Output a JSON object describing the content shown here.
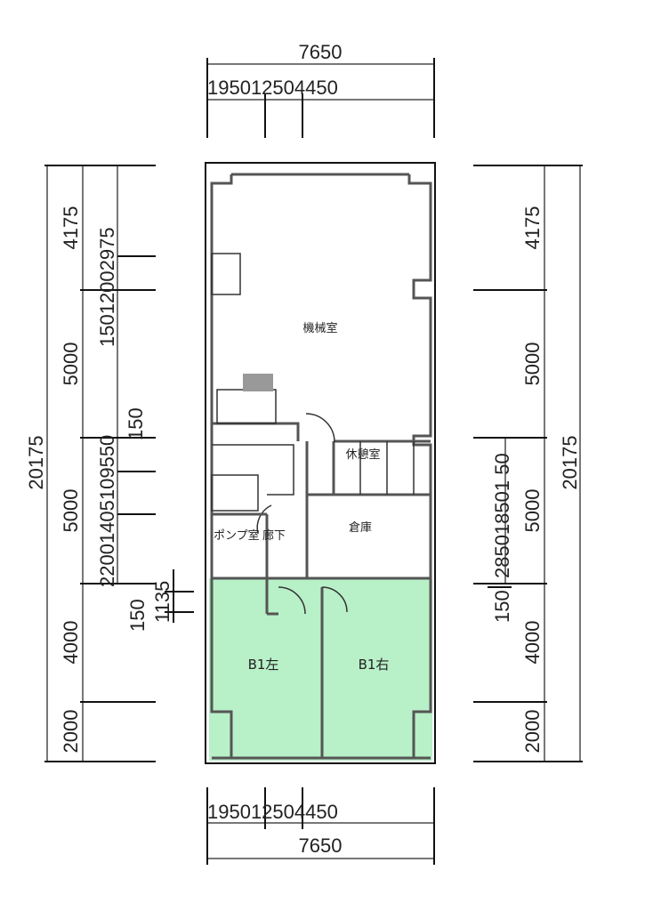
{
  "dimensions": {
    "top_total": "7650",
    "top_segments": "195012504450",
    "bottom_segments": "195012504450",
    "bottom_total": "7650",
    "left_total": "20175",
    "left_main": [
      "4175",
      "5000",
      "5000",
      "4000",
      "2000"
    ],
    "left_inner": [
      "15012002975",
      "150",
      "22001405109550",
      "150",
      "1135"
    ],
    "right_total": "20175",
    "right_main": [
      "4175",
      "5000",
      "5000",
      "4000",
      "2000"
    ],
    "right_inner": [
      "285018501 50",
      "150"
    ]
  },
  "rooms": {
    "machine_room": "機械室",
    "break_room": "休憩室",
    "storage": "倉庫",
    "pump_room": "ポンプ室",
    "corridor": "廊下",
    "b1_left": "B1左",
    "b1_right": "B1右"
  },
  "colors": {
    "highlight": "#b8f0c8"
  }
}
